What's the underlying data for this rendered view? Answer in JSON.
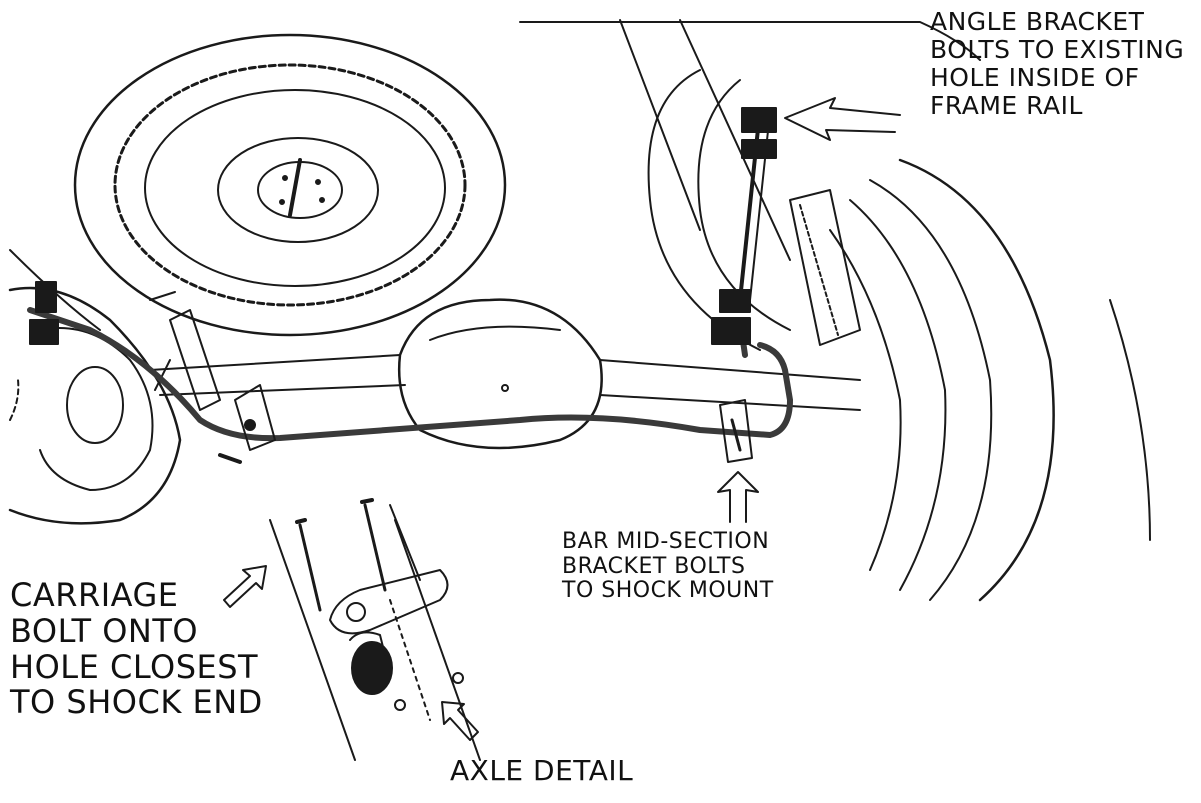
{
  "figure": {
    "callouts": {
      "angle_bracket": [
        "ANGLE BRACKET",
        "BOLTS TO EXISTING",
        "HOLE INSIDE OF",
        "FRAME RAIL"
      ],
      "mid_section": [
        "BAR MID-SECTION",
        "BRACKET BOLTS",
        "TO SHOCK MOUNT"
      ],
      "carriage_bolt": [
        "CARRIAGE",
        "BOLT ONTO",
        "HOLE CLOSEST",
        "TO SHOCK END"
      ],
      "axle_detail": "AXLE DETAIL"
    },
    "colors": {
      "line": "#1a1a1a",
      "sway_bar": "#3a3a3a",
      "background": "#ffffff"
    }
  }
}
